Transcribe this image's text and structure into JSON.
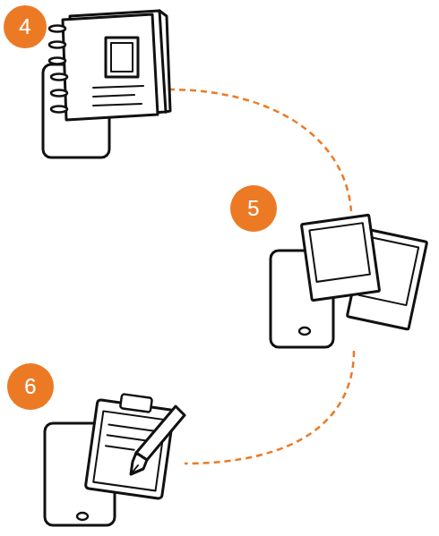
{
  "diagram": {
    "nodes": [
      {
        "text": [
          "4"
        ]
      },
      {
        "text": [
          "5"
        ]
      },
      {
        "text": [
          "6"
        ]
      }
    ]
  }
}
